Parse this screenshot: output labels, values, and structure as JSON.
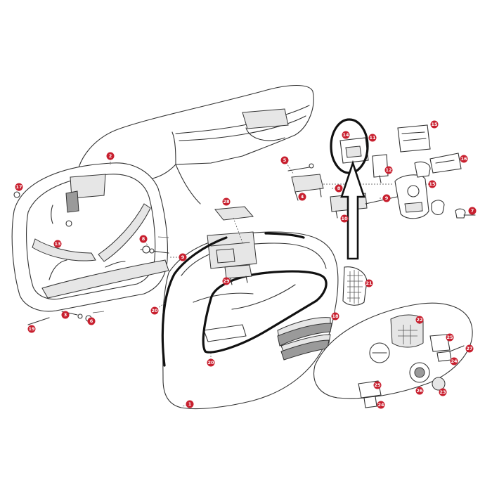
{
  "diagram": {
    "labels": [
      {
        "id": "l1",
        "text": "1"
      },
      {
        "id": "l2",
        "text": "2"
      },
      {
        "id": "l3",
        "text": "3"
      },
      {
        "id": "l4",
        "text": "4"
      },
      {
        "id": "l5",
        "text": "5"
      },
      {
        "id": "l6",
        "text": "6"
      },
      {
        "id": "l7",
        "text": "7"
      },
      {
        "id": "l8",
        "text": "8"
      },
      {
        "id": "l8b",
        "text": "8"
      },
      {
        "id": "l9",
        "text": "9"
      },
      {
        "id": "l9b",
        "text": "9"
      },
      {
        "id": "l10",
        "text": "10"
      },
      {
        "id": "l11",
        "text": "11"
      },
      {
        "id": "l12",
        "text": "12"
      },
      {
        "id": "l13",
        "text": "13"
      },
      {
        "id": "l14",
        "text": "14"
      },
      {
        "id": "l15",
        "text": "15"
      },
      {
        "id": "l15b",
        "text": "15"
      },
      {
        "id": "l16",
        "text": "16"
      },
      {
        "id": "l17",
        "text": "17"
      },
      {
        "id": "l18",
        "text": "18"
      },
      {
        "id": "l19",
        "text": "19"
      },
      {
        "id": "l20",
        "text": "20"
      },
      {
        "id": "l20b",
        "text": "20"
      },
      {
        "id": "l21",
        "text": "21"
      },
      {
        "id": "l22",
        "text": "22"
      },
      {
        "id": "l23",
        "text": "23"
      },
      {
        "id": "l24",
        "text": "24"
      },
      {
        "id": "l24b",
        "text": "24"
      },
      {
        "id": "l25",
        "text": "25"
      },
      {
        "id": "l25b",
        "text": "25"
      },
      {
        "id": "l26",
        "text": "26"
      },
      {
        "id": "l27",
        "text": "27"
      },
      {
        "id": "l28",
        "text": "28"
      },
      {
        "id": "l29",
        "text": "29"
      }
    ],
    "badge_color": "#c8202f",
    "highlight_color": "#111111"
  }
}
